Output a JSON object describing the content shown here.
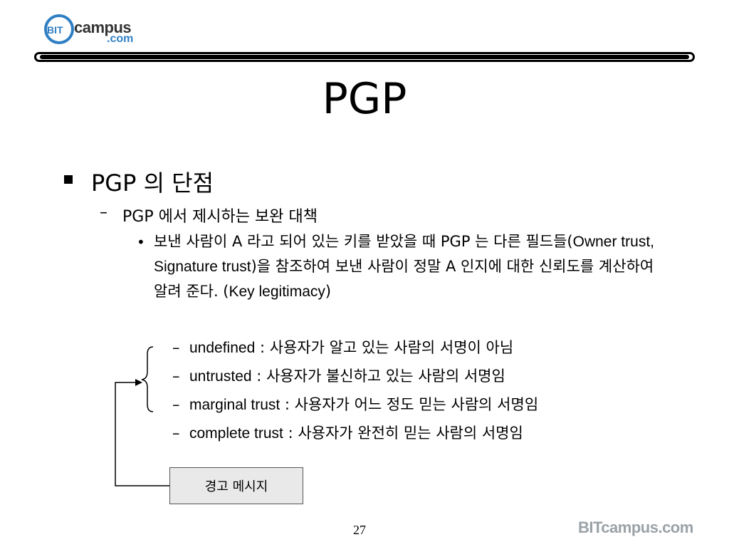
{
  "logo": {
    "bit": "BIT",
    "campus": "campus",
    "com": ".com"
  },
  "title": "PGP",
  "level1": {
    "text": "PGP 의 단점"
  },
  "level2": {
    "text": "PGP 에서 제시하는 보완 대책"
  },
  "level3": {
    "part1": "보낸 사람이 A 라고 되어 있는 키를 받았을 때 PGP 는 다른 필드들(",
    "part2": "Owner trust, Signature trust",
    "part3": ")을 참조하여 보낸 사람이 정말 A 인지에 대한 신뢰도를 계산하여 알려 준다. (",
    "part4": "Key legitimacy",
    "part5": ")"
  },
  "level4": [
    {
      "term": "undefined",
      "desc": " : 사용자가 알고 있는 사람의 서명이 아님"
    },
    {
      "term": "untrusted",
      "desc": " : 사용자가 불신하고 있는 사람의 서명임"
    },
    {
      "term": "marginal trust",
      "desc": " : 사용자가 어느 정도 믿는 사람의 서명임"
    },
    {
      "term": "complete trust",
      "desc": " : 사용자가 완전히 믿는 사람의 서명임"
    }
  ],
  "warning_box": "경고 메시지",
  "page_number": "27",
  "footer_logo": "BITcampus.com"
}
